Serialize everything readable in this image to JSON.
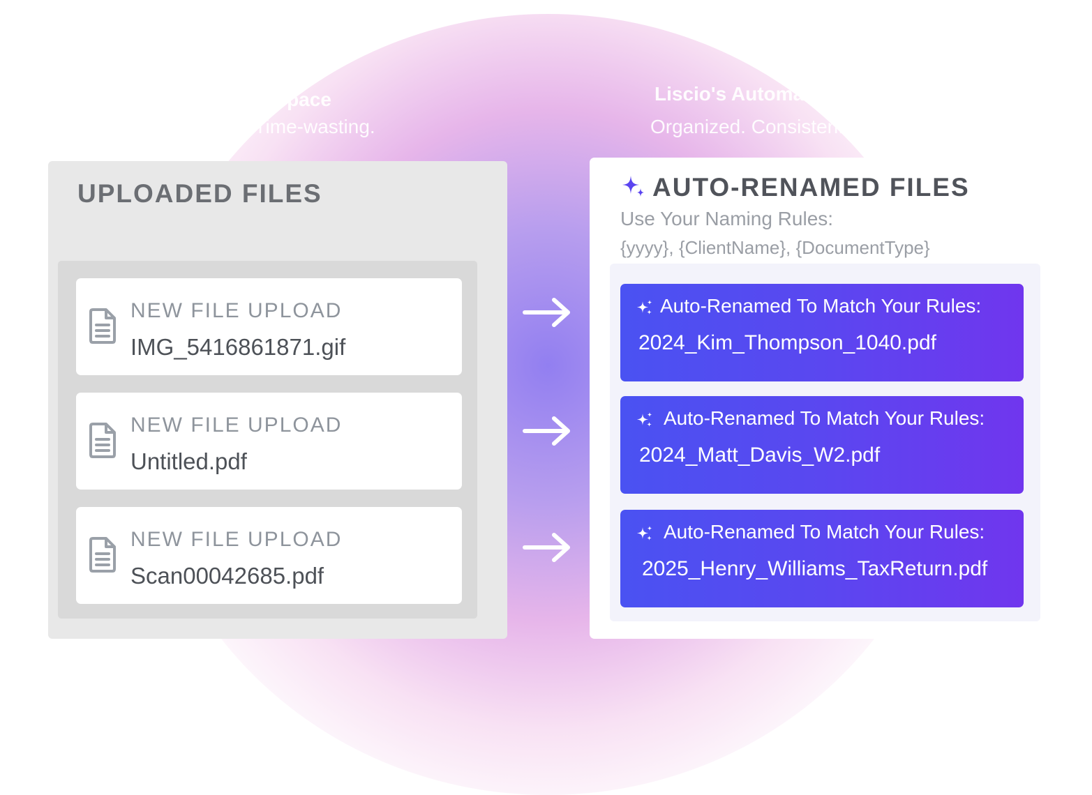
{
  "left_caption": {
    "title": "File Workspace",
    "subtitle": "Inconsistent. Time-wasting."
  },
  "right_caption": {
    "title": "Liscio's Automated",
    "subtitle": "Organized. Consistent."
  },
  "uploaded": {
    "title": "UPLOADED FILES",
    "items": [
      {
        "label": "NEW FILE UPLOAD",
        "name": "IMG_5416861871.gif",
        "icon": "document-icon"
      },
      {
        "label": "NEW FILE UPLOAD",
        "name": "Untitled.pdf",
        "icon": "document-icon"
      },
      {
        "label": "NEW FILE UPLOAD",
        "name": "Scan00042685.pdf",
        "icon": "document-icon"
      }
    ]
  },
  "renamed": {
    "title": "AUTO-RENAMED FILES",
    "title_icon": "sparkle-icon",
    "rules_label": "Use Your Naming Rules:",
    "rules_pattern": "{yyyy}, {ClientName}, {DocumentType}",
    "items": [
      {
        "label": "Auto-Renamed To Match Your Rules:",
        "name": "2024_Kim_Thompson_1040.pdf",
        "icon": "sparkle-icon"
      },
      {
        "label": "Auto-Renamed To Match Your Rules:",
        "name": "2024_Matt_Davis_W2.pdf",
        "icon": "sparkle-icon"
      },
      {
        "label": "Auto-Renamed To Match Your Rules:",
        "name": "2025_Henry_Williams_TaxReturn.pdf",
        "icon": "sparkle-icon"
      }
    ]
  },
  "colors": {
    "accent_gradient_start": "#4a52f2",
    "accent_gradient_end": "#7036ee",
    "sparkle": "#5b45f0",
    "left_panel_bg": "#e8e8e8",
    "left_inner_bg": "#d9d9d9"
  }
}
